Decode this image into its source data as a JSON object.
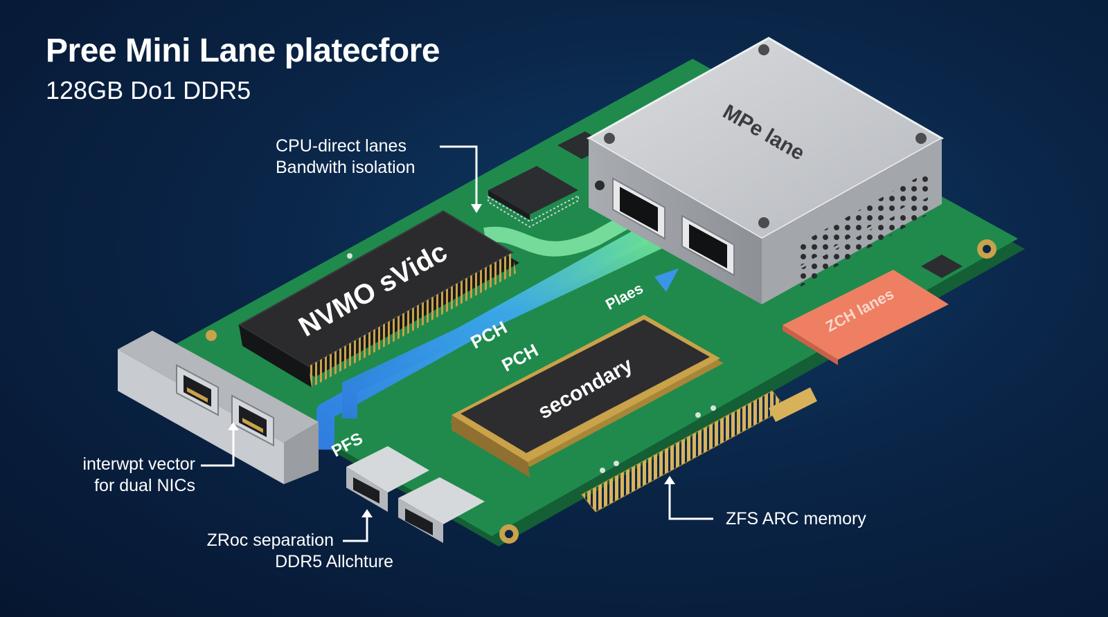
{
  "header": {
    "title": "Pree Mini Lane platecfore",
    "subtitle": "128GB Do1 DDR5"
  },
  "callouts": {
    "cpu_lanes_line1": "CPU-direct lanes",
    "cpu_lanes_line2": "Bandwith isolation",
    "nic_line1": "interwpt vector",
    "nic_line2": "for dual NICs",
    "zroc_line1": "ZRoc separation",
    "zroc_line2": "DDR5 Allchture",
    "zfs_arc": "ZFS ARC memory"
  },
  "components": {
    "mini_pc_label": "MPe lane",
    "nvme_label": "NVMO sVidc",
    "secondary_label": "secondary",
    "zch_label": "ZCH lanes",
    "lane_labels": [
      "Plaes",
      "PCH",
      "PCH",
      "PFS"
    ]
  },
  "colors": {
    "pcb": "#1f8a4c",
    "pcb_edge": "#145f35",
    "chassis": "#c9ccd0",
    "nvme_body": "#2b2b2d",
    "gold": "#c9a24a",
    "zch_block": "#ee7f63",
    "lane_start": "#2f7de0",
    "lane_end": "#6ee48c",
    "background": "#0a2547"
  },
  "icons": [
    "arrow-down-icon",
    "arrow-up-icon",
    "ethernet-port-icon",
    "usb-port-icon",
    "vent-grille-icon"
  ]
}
